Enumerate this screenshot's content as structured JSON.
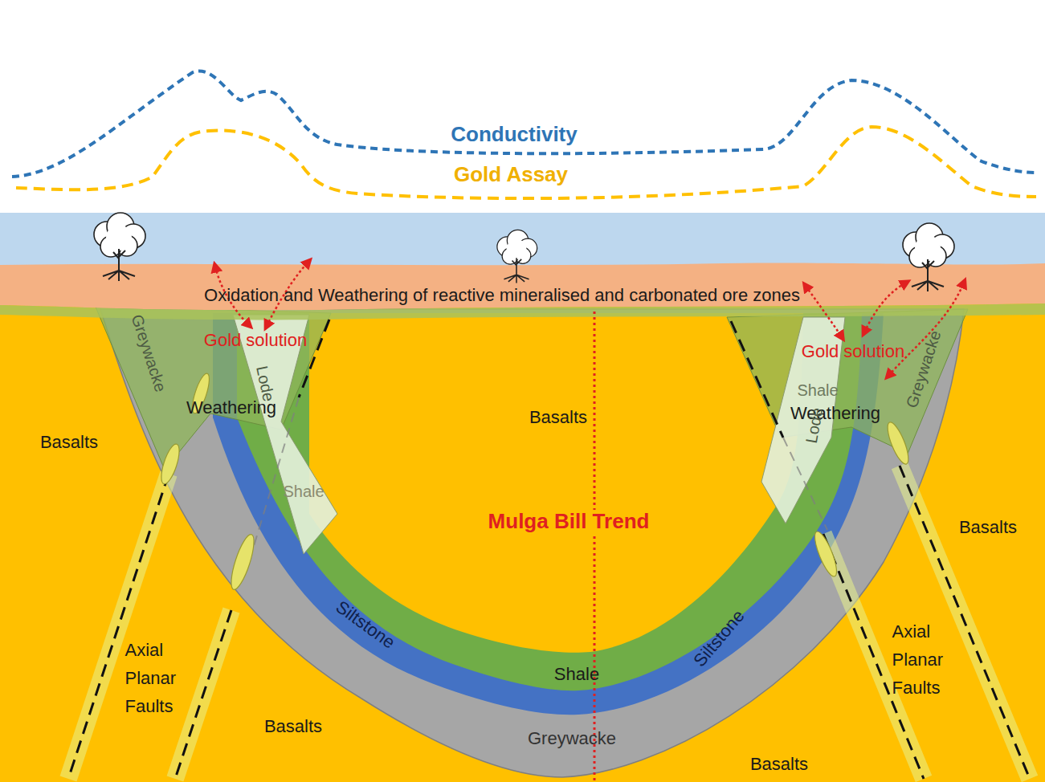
{
  "diagram": {
    "labels": [
      "Conductivity",
      "Gold Assay",
      "Oxidation and Weathering of reactive mineralised and carbonated ore zones",
      "Gold solution",
      "Weathering",
      "Gold solution",
      "Weathering",
      "Basalts",
      "Basalts",
      "Basalts",
      "Basalts",
      "Basalts",
      "Greywacke",
      "Greywacke",
      "Greywacke",
      "Lode",
      "Lode",
      "Shale",
      "Shale",
      "Shale",
      "Siltstone",
      "Siltstone",
      "Mulga Bill Trend",
      "Axial Planar Faults",
      "Axial Planar Faults"
    ]
  }
}
